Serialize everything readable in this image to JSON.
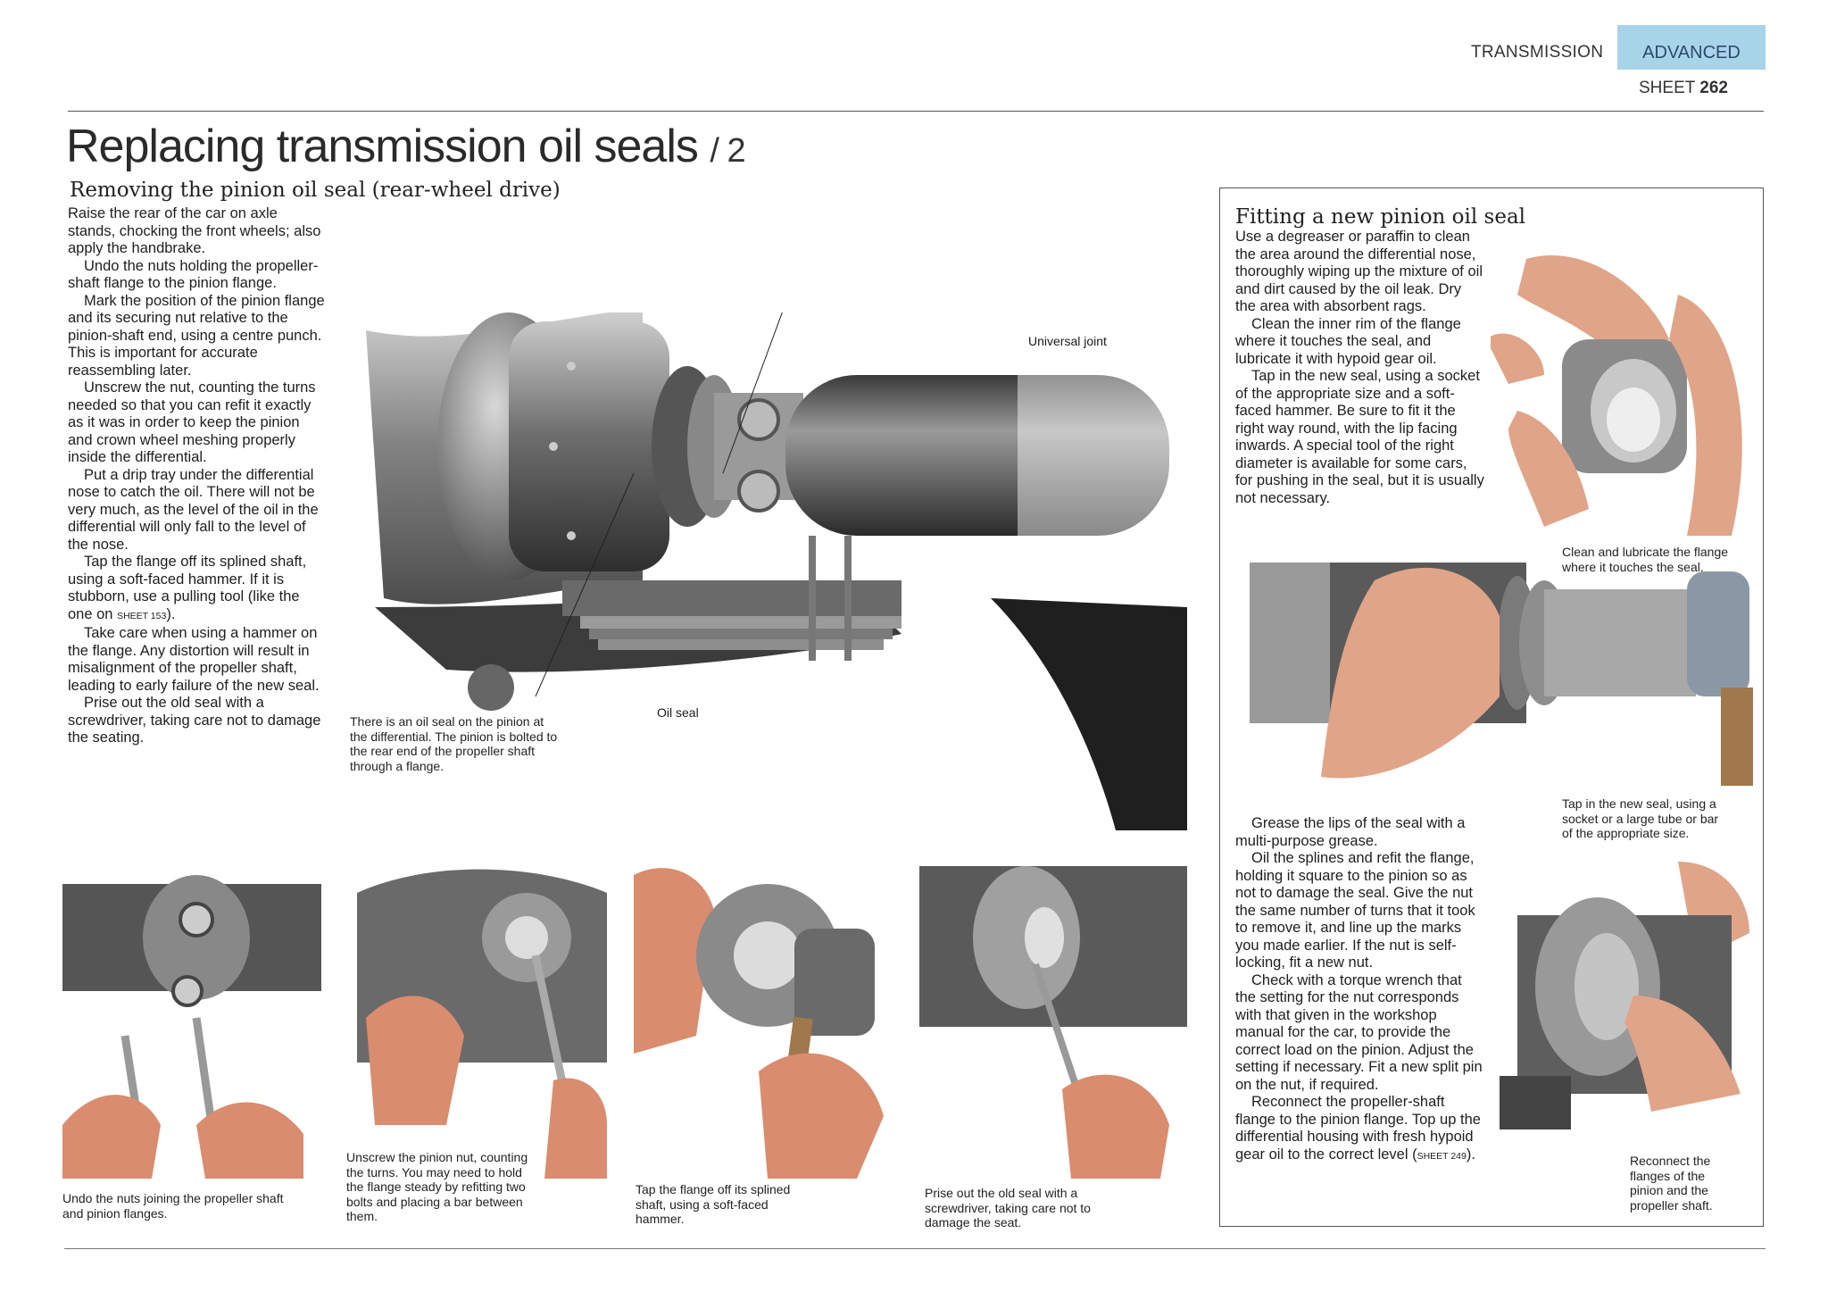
{
  "header": {
    "section": "TRANSMISSION",
    "level": "ADVANCED",
    "sheet_label": "SHEET",
    "sheet_number": "262",
    "level_color": "#a8d4ea"
  },
  "title": "Replacing transmission oil seals",
  "title_suffix": "/ 2",
  "section1": {
    "heading": "Removing the pinion oil seal (rear-wheel drive)",
    "p1": "Raise the rear of the car on axle stands, chocking the front wheels; also apply the handbrake.",
    "p2": "Undo the nuts holding the propeller-shaft flange to the pinion flange.",
    "p3": "Mark the position of the pinion flange and its securing nut relative to the pinion-shaft end, using a centre punch. This is important for accurate reassembling later.",
    "p4": "Unscrew the nut, counting the turns needed so that you can refit it exactly as it was in order to keep the pinion and crown wheel meshing properly inside the differential.",
    "p5": "Put a drip tray under the differential nose to catch the oil. There will not be very much, as the level of the oil in the differential will only fall to the level of the nose.",
    "p6_a": "Tap the flange off its splined shaft, using a soft-faced hammer. If it is stubborn, use a pulling tool (like the one on",
    "p6_ref": "SHEET 153",
    "p6_b": ").",
    "p7": "Take care when using a hammer on the flange. Any distortion will result in misalignment of the propeller shaft, leading to early failure of the new seal.",
    "p8": "Prise out the old seal with a screwdriver, taking care not to damage the seating."
  },
  "main_illustration": {
    "caption": "There is an oil seal on the pinion at the differential. The pinion is bolted to the rear end of the propeller shaft through a flange.",
    "label_universal_joint": "Universal joint",
    "label_oil_seal": "Oil seal"
  },
  "step_captions": [
    "Undo the nuts joining the propeller shaft and pinion flanges.",
    "Unscrew the pinion nut, counting the turns. You may need to hold the flange steady by refitting two bolts and placing a bar between them.",
    "Tap the flange off its splined shaft, using a soft-faced hammer.",
    "Prise out the old seal with a screwdriver, taking care not to damage the seat."
  ],
  "section2": {
    "heading": "Fitting a new pinion oil seal",
    "p1": "Use a degreaser or paraffin to clean the area around the differential nose, thoroughly wiping up the mixture of oil and dirt caused by the oil leak. Dry the area with absorbent rags.",
    "p2": "Clean the inner rim of the flange where it touches the seal, and lubricate it with hypoid gear oil.",
    "p3": "Tap in the new seal, using a socket of the appropriate size and a soft-faced hammer. Be sure to fit it the right way round, with the lip facing inwards. A special tool of the right diameter is available for some cars, for pushing in the seal, but it is usually not necessary.",
    "p4": "Grease the lips of the seal with a multi-purpose grease.",
    "p5": "Oil the splines and refit the flange, holding it square to the pinion so as not to damage the seal. Give the nut the same number of turns that it took to remove it, and line up the marks you made earlier. If the nut is self-locking, fit a new nut.",
    "p6": "Check with a torque wrench that the setting for the nut corresponds with that given in the workshop manual for the car, to provide the correct load on the pinion. Adjust the setting if necessary. Fit a new split pin on the nut, if required.",
    "p7": "Reconnect the propeller-shaft flange to the pinion flange. Top up the differential housing with fresh hypoid gear oil to the correct level (",
    "p7_ref": "SHEET 249",
    "p7_end": ").",
    "captions": [
      "Clean and lubricate the flange where it touches the seal.",
      "Tap in the new seal, using a socket or a large tube or bar of the appropriate size.",
      "Reconnect the flanges of the pinion and the propeller shaft."
    ]
  }
}
